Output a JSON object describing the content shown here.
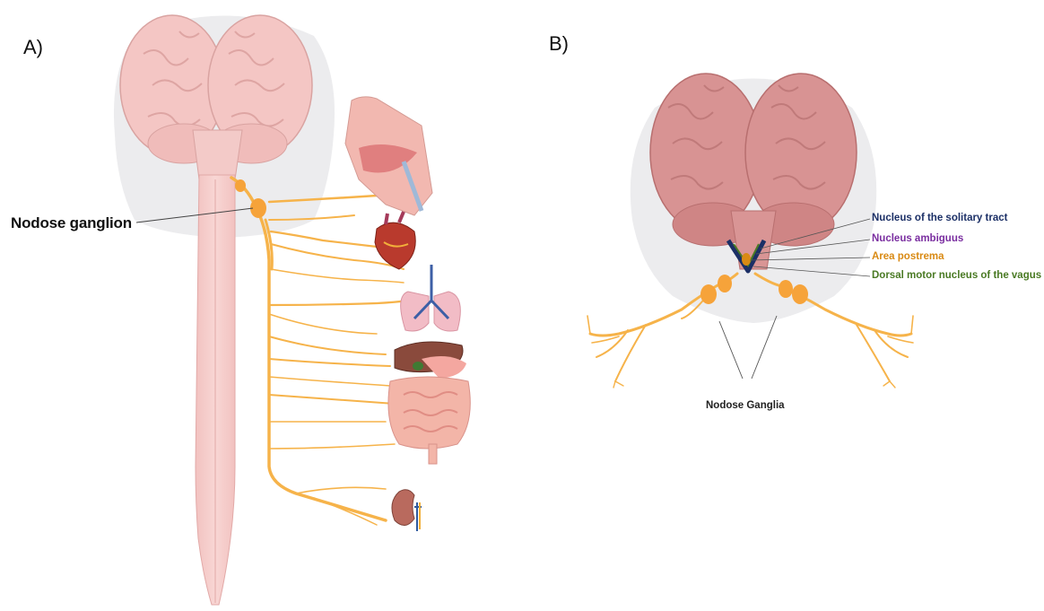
{
  "panels": {
    "a": {
      "label": "A)",
      "ganglion_label": "Nodose ganglion",
      "organs": [
        "nasopharynx-icon",
        "heart-icon",
        "lungs-icon",
        "liver-stomach-icon",
        "intestines-icon",
        "kidney-icon"
      ]
    },
    "b": {
      "label": "B)",
      "ganglia_label": "Nodose Ganglia",
      "nuclei": [
        {
          "name": "Nucleus of the solitary tract",
          "color": "#1b2f66"
        },
        {
          "name": "Nucleus ambiguus",
          "color": "#7a2ea0"
        },
        {
          "name": "Area postrema",
          "color": "#d98a14"
        },
        {
          "name": "Dorsal motor nucleus of the vagus",
          "color": "#4a7a24"
        }
      ]
    }
  },
  "colors": {
    "nerve": "#f6b34a",
    "brain_a": "#f4c6c4",
    "brain_b": "#d89393",
    "skull": "#ececee"
  }
}
